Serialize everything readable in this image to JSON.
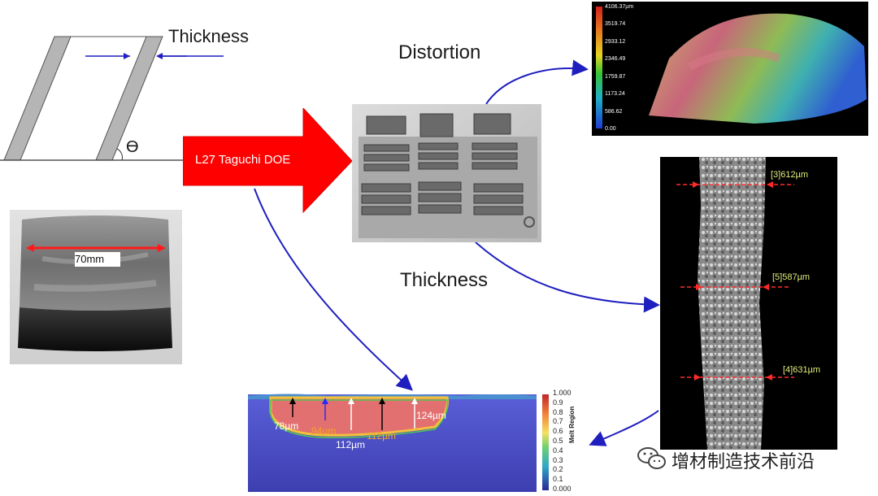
{
  "schematic": {
    "thickness_label": "Thickness",
    "angle_symbol": "ϴ"
  },
  "doe_arrow": {
    "label": "L27 Taguchi DOE",
    "color": "#ff0000"
  },
  "photo_part": {
    "dimension_label": "70mm"
  },
  "distortion": {
    "label": "Distortion",
    "colorbar_ticks": [
      "4106.37µm",
      "3519.74",
      "2933.12",
      "2346.49",
      "1759.87",
      "1173.24",
      "586.62",
      "0.00"
    ]
  },
  "thickness_section": {
    "label": "Thickness",
    "measurements": [
      "[3]612µm",
      "[5]587µm",
      "[4]631µm"
    ]
  },
  "melt_pool": {
    "depth_labels": [
      {
        "text": "78µm",
        "color": "#ffffff"
      },
      {
        "text": "94µm",
        "color": "#f5a623"
      },
      {
        "text": "112µm",
        "color": "#ffffff"
      },
      {
        "text": "112µm",
        "color": "#f5a623"
      },
      {
        "text": "124µm",
        "color": "#ffffff"
      }
    ],
    "colorbar_title": "Melt Region",
    "colorbar_ticks": [
      "1.000",
      "0.9",
      "0.8",
      "0.7",
      "0.6",
      "0.5",
      "0.4",
      "0.3",
      "0.2",
      "0.1",
      "0.000"
    ]
  },
  "watermark": {
    "text": "增材制造技术前沿",
    "icon": "wechat-icon"
  },
  "connector_color": "#1f1fbf"
}
